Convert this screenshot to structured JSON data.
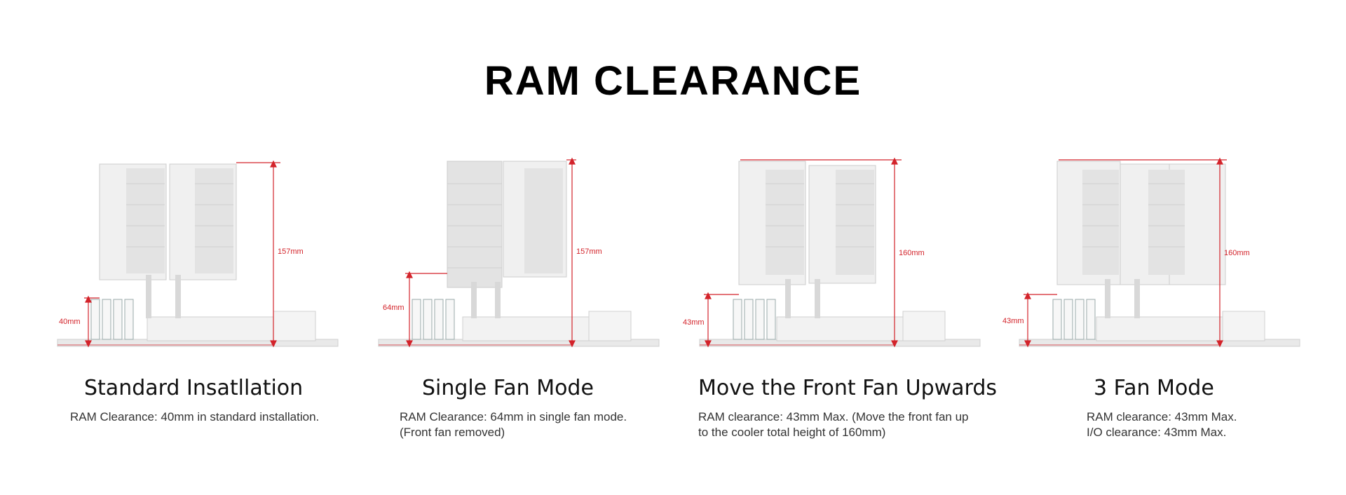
{
  "title": "RAM CLEARANCE",
  "accent_color": "#d3232a",
  "panels": [
    {
      "heading": "Standard Insatllation",
      "desc_line1": "RAM Clearance: 40mm in standard installation.",
      "desc_line2": "",
      "ram_label": "40mm",
      "height_label": "157mm"
    },
    {
      "heading": "Single Fan Mode",
      "desc_line1": "RAM Clearance: 64mm in single fan mode.",
      "desc_line2": "(Front fan removed)",
      "ram_label": "64mm",
      "height_label": "157mm"
    },
    {
      "heading": "Move the Front Fan Upwards",
      "desc_line1": "RAM clearance: 43mm Max. (Move the front fan up",
      "desc_line2": "to the cooler total height of 160mm)",
      "ram_label": "43mm",
      "height_label": "160mm"
    },
    {
      "heading": "3 Fan Mode",
      "desc_line1": "RAM clearance: 43mm Max.",
      "desc_line2": "I/O clearance: 43mm Max.",
      "ram_label": "43mm",
      "height_label": "160mm"
    }
  ]
}
